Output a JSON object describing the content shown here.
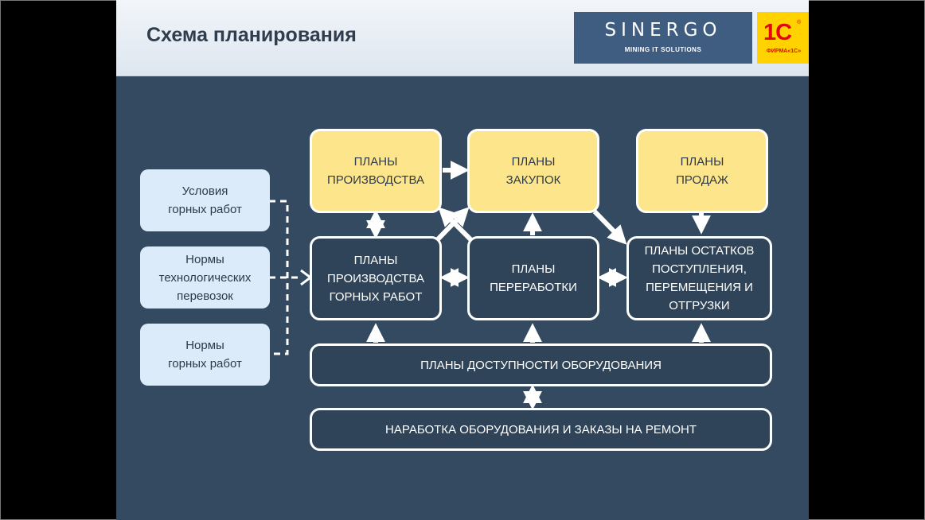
{
  "header": {
    "title": "Схема планирования",
    "logo_sinergo": {
      "name": "SINERGO",
      "tagline": "MINING IT SOLUTIONS"
    },
    "logo_1c": {
      "mark": "1С",
      "caption": "ФИРМА«1С»"
    }
  },
  "diagram": {
    "inputs": {
      "mining_conditions": "Условия\nгорных работ",
      "transport_norms": "Нормы\nтехнологических\nперевозок",
      "mining_norms": "Нормы\nгорных работ"
    },
    "plans": {
      "production": "ПЛАНЫ\nПРОИЗВОДСТВА",
      "purchases": "ПЛАНЫ\nЗАКУПОК",
      "sales": "ПЛАНЫ\nПРОДАЖ",
      "mining_production": "ПЛАНЫ\nПРОИЗВОДСТВА\nГОРНЫХ РАБОТ",
      "processing": "ПЛАНЫ\nПЕРЕРАБОТКИ",
      "stock_balances": "ПЛАНЫ ОСТАТКОВ\nПОСТУПЛЕНИЯ,\nПЕРЕМЕЩЕНИЯ И\nОТГРУЗКИ",
      "equipment_availability": "ПЛАНЫ ДОСТУПНОСТИ ОБОРУДОВАНИЯ",
      "equipment_runtime": "НАРАБОТКА ОБОРУДОВАНИЯ И ЗАКАЗЫ НА РЕМОНТ"
    }
  },
  "colors": {
    "slide_background": "#334a61",
    "plan_highlight": "#fde58c",
    "input_box": "#dcebf9",
    "connector": "#ffffff"
  }
}
